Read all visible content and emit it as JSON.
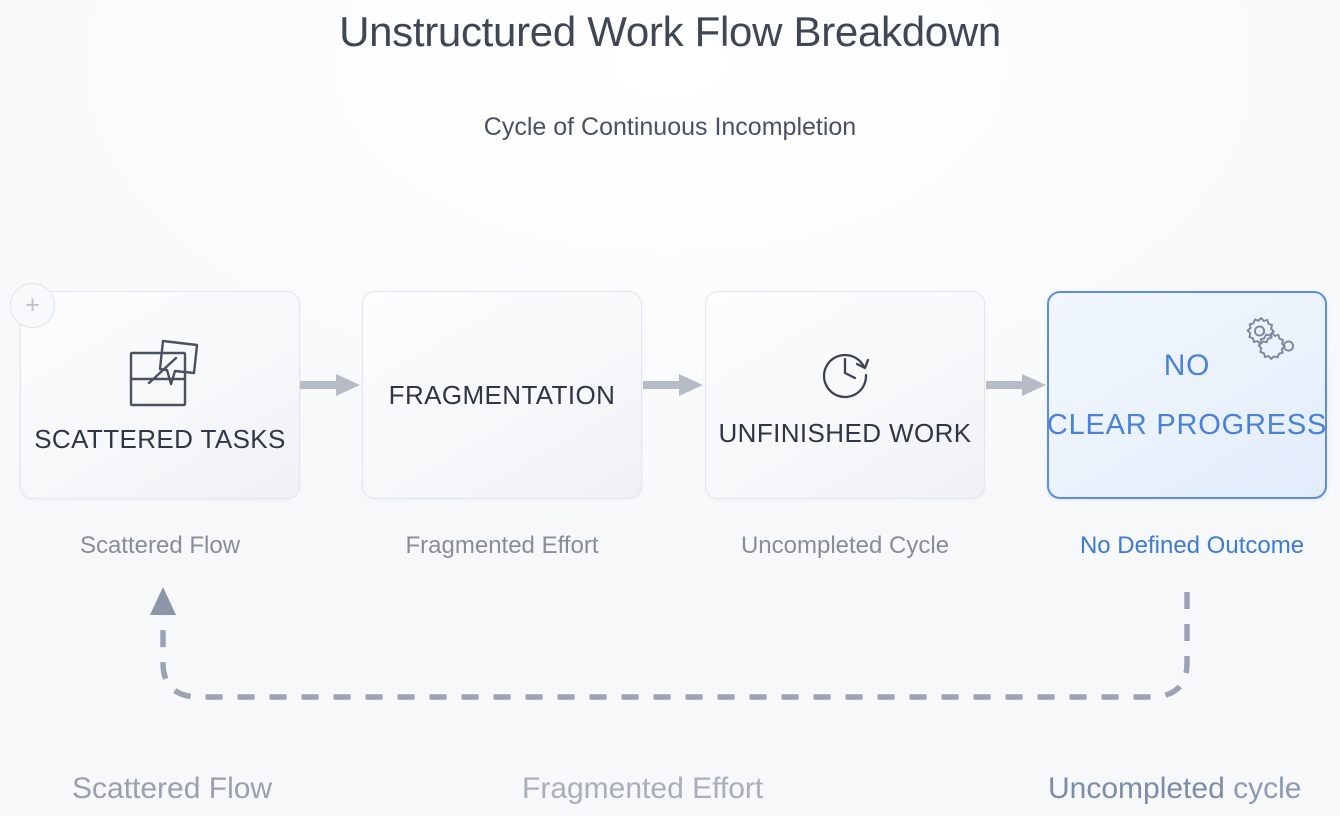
{
  "header": {
    "title": "Unstructured Work Flow Breakdown",
    "subtitle": "Cycle of Continuous Incompletion"
  },
  "colors": {
    "accent_blue": "#4a82d8",
    "card_border_active": "#5b8fdd",
    "text_dark": "#2f3645",
    "text_muted": "#878d99",
    "arrow_gray": "#b6bcc6",
    "background": "#fafbfc"
  },
  "badges": {
    "add_badge": "+"
  },
  "flow": {
    "cards": [
      {
        "id": "scattered-tasks",
        "label": "SCATTERED TASKS",
        "icon": "scattered-notes-icon",
        "caption": "Scattered Flow",
        "active": "false"
      },
      {
        "id": "fragmentation",
        "label": "FRAGMENTATION",
        "icon": "none",
        "caption": "Fragmented Effort",
        "active": "false"
      },
      {
        "id": "unfinished-work",
        "label": "UNFINISHED WORK",
        "icon": "clock-rotate-icon",
        "caption": "Uncompleted Cycle",
        "active": "false"
      },
      {
        "id": "no-clear-progress",
        "label_line1": "NO",
        "label_line2": "CLEAR PROGRESS",
        "icon": "gears-icon",
        "caption": "No Defined Outcome",
        "active": "true"
      }
    ],
    "connector_icon": "arrow-right-icon",
    "loop_icon": "dashed-feedback-loop-arrow-icon"
  },
  "footer": {
    "labels": [
      "Scattered Flow",
      "Fragmented Effort",
      "Uncompleted "
    ],
    "last_tail": "cycle"
  }
}
